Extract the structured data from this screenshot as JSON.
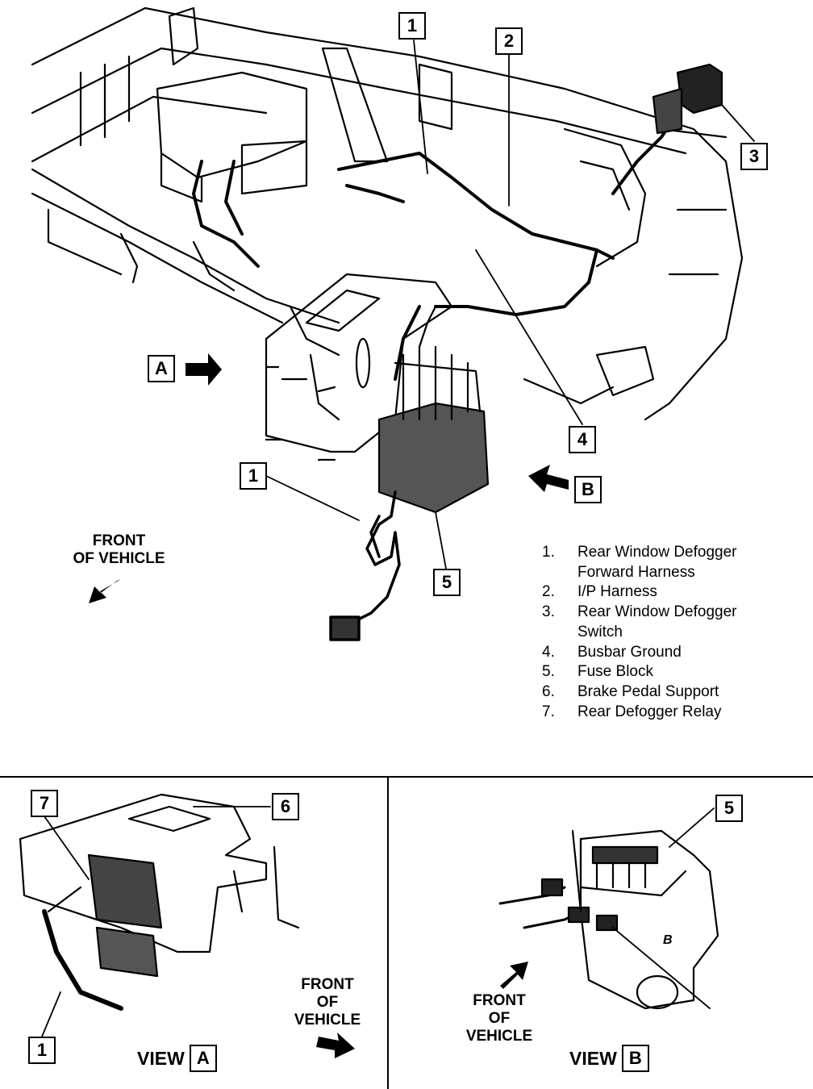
{
  "main_view": {
    "callouts": [
      "1",
      "2",
      "3",
      "4",
      "5",
      "1"
    ],
    "view_markers": [
      "A",
      "B"
    ],
    "front_label": "FRONT\nOF VEHICLE"
  },
  "legend": [
    {
      "num": "1.",
      "text": "Rear Window Defogger\nForward Harness"
    },
    {
      "num": "2.",
      "text": "I/P Harness"
    },
    {
      "num": "3.",
      "text": "Rear Window Defogger\nSwitch"
    },
    {
      "num": "4.",
      "text": "Busbar Ground"
    },
    {
      "num": "5.",
      "text": "Fuse Block"
    },
    {
      "num": "6.",
      "text": "Brake Pedal Support"
    },
    {
      "num": "7.",
      "text": "Rear Defogger Relay"
    }
  ],
  "view_a": {
    "title": "VIEW",
    "marker": "A",
    "callouts": [
      "7",
      "6",
      "1"
    ],
    "front_label": "FRONT\nOF\nVEHICLE"
  },
  "view_b": {
    "title": "VIEW",
    "marker": "B",
    "callouts": [
      "5"
    ],
    "front_label": "FRONT\nOF\nVEHICLE",
    "block_letter": "B"
  }
}
